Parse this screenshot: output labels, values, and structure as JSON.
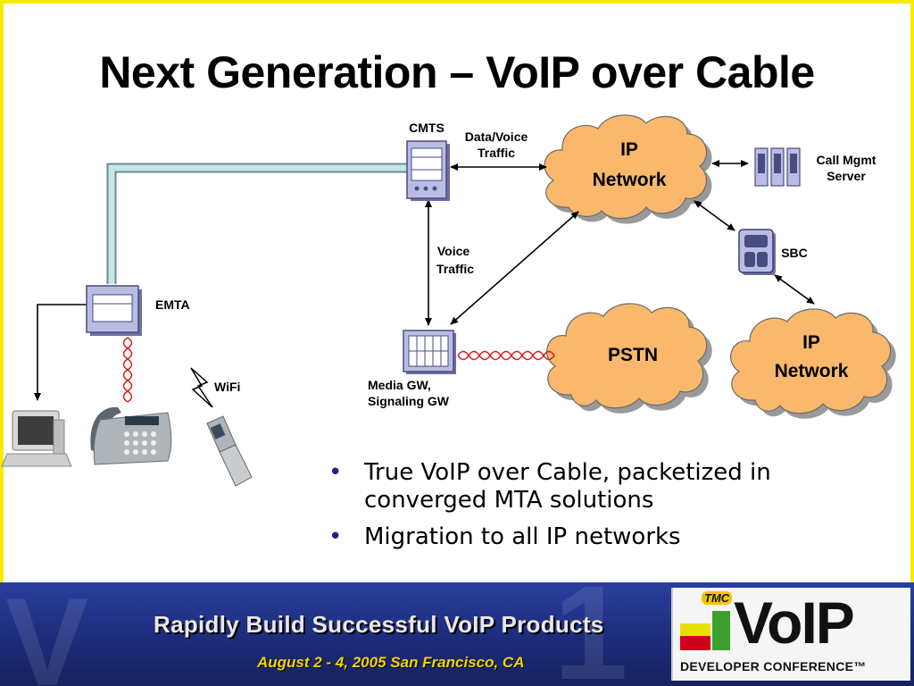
{
  "slide": {
    "title": "Next Generation – VoIP over Cable",
    "bullets": [
      "True VoIP over Cable, packetized in converged MTA solutions",
      "Migration to all IP networks"
    ]
  },
  "diagram": {
    "labels": {
      "cmts": "CMTS",
      "data_voice_1": "Data/Voice",
      "data_voice_2": "Traffic",
      "ip_network_top_1": "IP",
      "ip_network_top_2": "Network",
      "call_mgmt_1": "Call Mgmt",
      "call_mgmt_2": "Server",
      "sbc": "SBC",
      "voice_traffic_1": "Voice",
      "voice_traffic_2": "Traffic",
      "emta": "EMTA",
      "wifi": "WiFi",
      "media_gw_1": "Media GW,",
      "media_gw_2": "Signaling GW",
      "pstn": "PSTN",
      "ip_network_right_1": "IP",
      "ip_network_right_2": "Network"
    },
    "icons": [
      "cmts-device-icon",
      "server-rack-icon",
      "sbc-device-icon",
      "emta-device-icon",
      "media-gateway-icon",
      "desktop-computer-icon",
      "desk-phone-icon",
      "flip-phone-icon",
      "wifi-bolt-icon"
    ],
    "colors": {
      "cloud_fill": "#f9b86b",
      "cloud_stroke": "#5a5a5a",
      "device_fill": "#b9bde3",
      "cable": "#bfe0e0",
      "serial_link": "#d22020"
    }
  },
  "banner": {
    "tagline": "Rapidly Build Successful VoIP Products",
    "dates": "August 2 - 4, 2005 San Francisco, CA",
    "logo_tmc": "TMC",
    "logo_voip": "VoIP",
    "logo_conference": "DEVELOPER CONFERENCE™",
    "colors": {
      "background": "#1c2c7a",
      "tagline": "#e8e8e8",
      "dates": "#f4d400"
    }
  }
}
